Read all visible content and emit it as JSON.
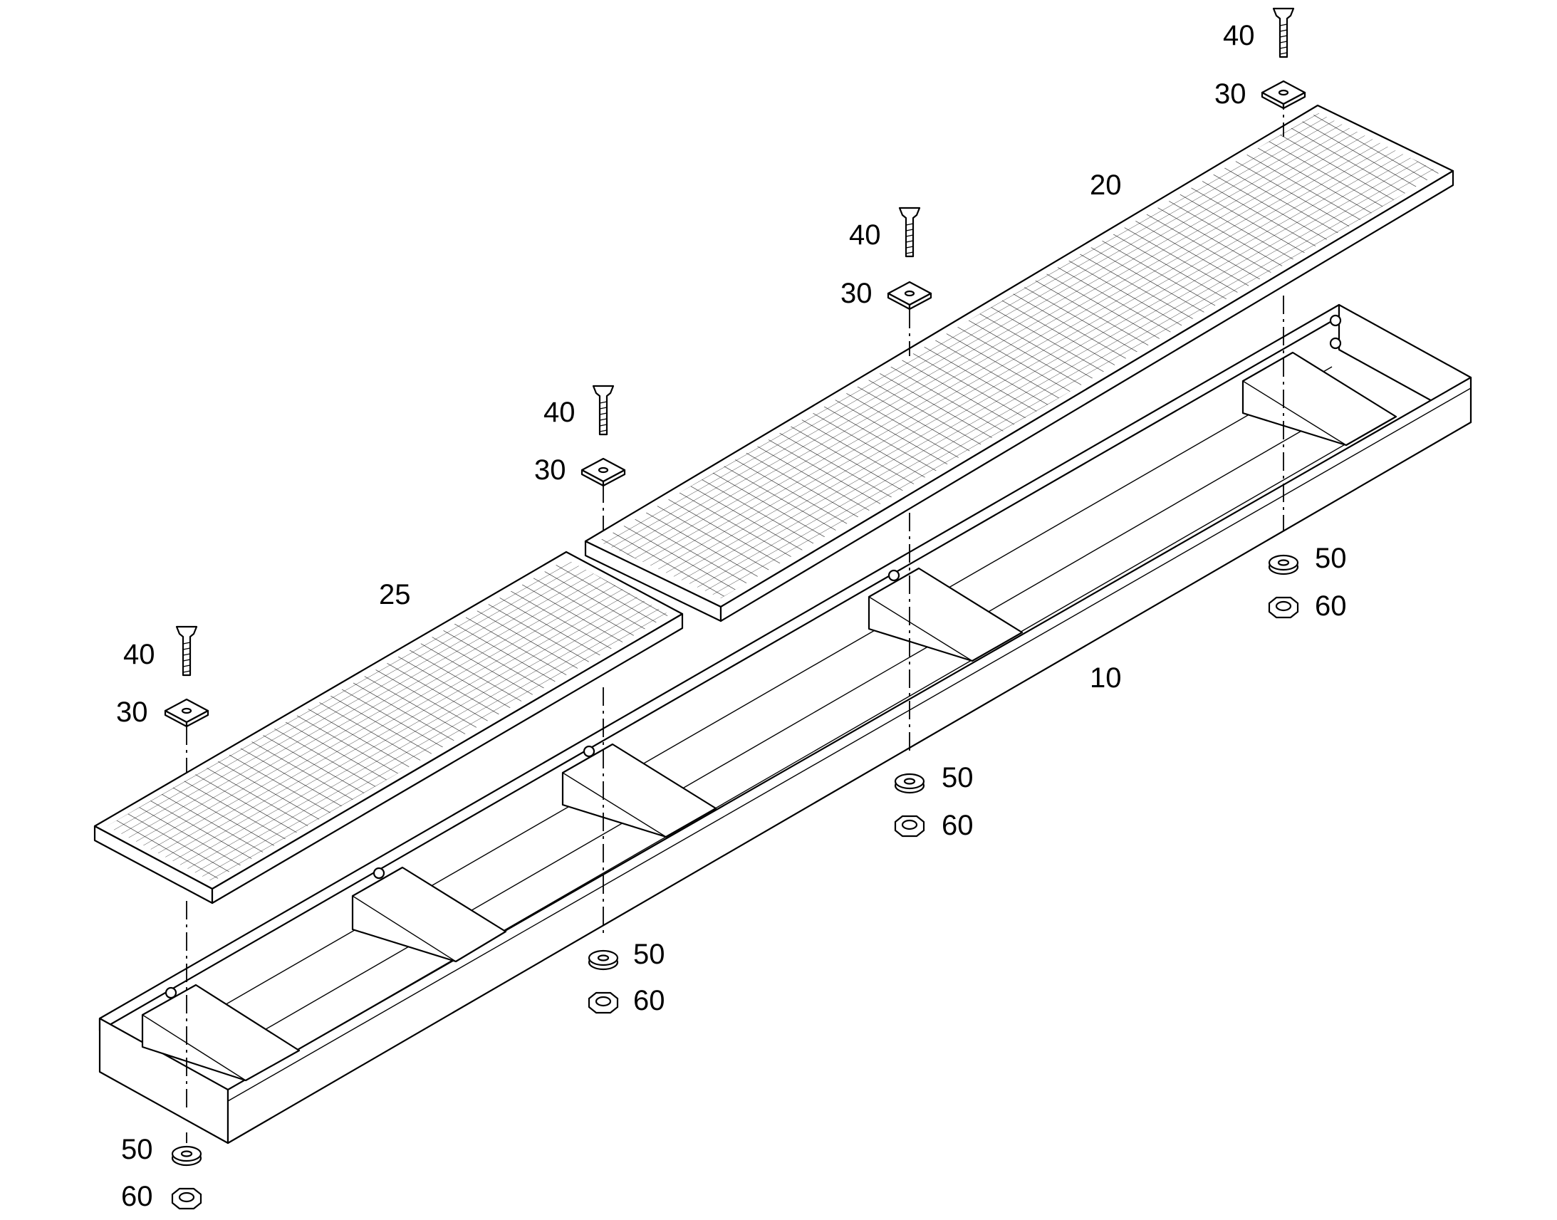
{
  "labels": {
    "frame": "10",
    "grating_long": "20",
    "grating_short": "25",
    "washer_square": "30",
    "bolt": "40",
    "washer_round": "50",
    "nut": "60"
  }
}
